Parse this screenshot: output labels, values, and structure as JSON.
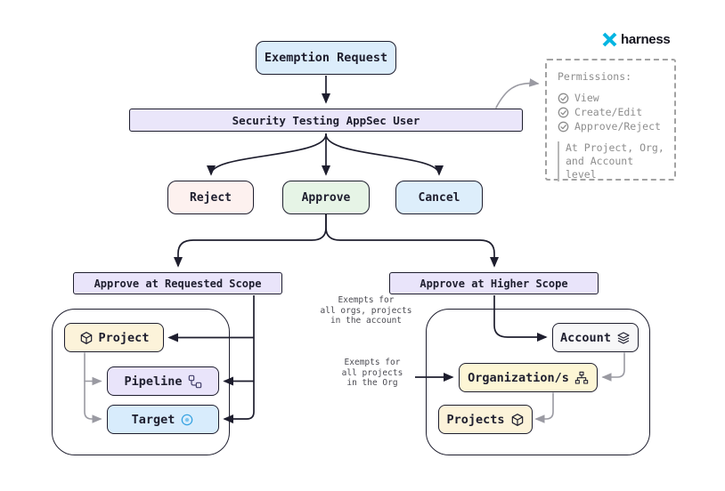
{
  "colors": {
    "ink": "#1e1e2e",
    "grey_arrow": "#9a9aa2",
    "blue_fill": "#dcedfb",
    "lavender_fill": "#e9e4fa",
    "pink_fill": "#fdf1ef",
    "green_fill": "#e6f4e6",
    "cream_fill": "#fcf3da",
    "yellow_fill": "#fdf6d5",
    "target_blue_fill": "#d8ecfc",
    "account_fill": "#f7f7f8",
    "harness_blue": "#00b5e2",
    "muted_text": "#8e8e8e"
  },
  "logo": {
    "text": "harness"
  },
  "flow": {
    "exemption_request": "Exemption Request",
    "appsec_user": "Security Testing AppSec User",
    "reject": "Reject",
    "approve": "Approve",
    "cancel": "Cancel",
    "scope_requested": "Approve at Requested Scope",
    "scope_higher": "Approve at Higher Scope"
  },
  "requested_scope": {
    "project": "Project",
    "pipeline": "Pipeline",
    "target": "Target"
  },
  "higher_scope": {
    "account": "Account",
    "organization": "Organization/s",
    "projects": "Projects"
  },
  "annotations": {
    "account_note": "Exempts for\nall orgs, projects\nin the account",
    "org_note": "Exempts for\nall projects\nin the Org"
  },
  "permissions": {
    "title": "Permissions:",
    "items": [
      "View",
      "Create/Edit",
      "Approve/Reject"
    ],
    "footer_line1": "At Project, Org,",
    "footer_line2": "and Account level"
  }
}
